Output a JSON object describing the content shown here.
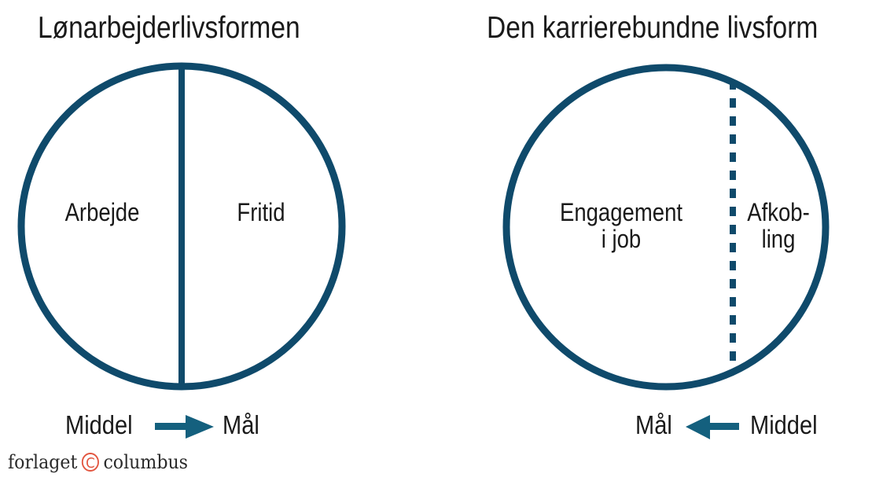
{
  "colors": {
    "circle_stroke": "#0f4a6b",
    "arrow": "#14607e",
    "text": "#1a1a1a",
    "logo_mark": "#e2553f"
  },
  "left_diagram": {
    "title": "Lønarbejderlivsformen",
    "divider_style": "solid",
    "segments": [
      {
        "label": "Arbejde"
      },
      {
        "label": "Fritid"
      }
    ],
    "flow": {
      "from": "Middel",
      "to": "Mål",
      "direction": "right",
      "from_label": "Middel",
      "to_label": "Mål"
    }
  },
  "right_diagram": {
    "title": "Den karrierebundne livsform",
    "divider_style": "dashed",
    "segments": [
      {
        "label_line1": "Engagement",
        "label_line2": "i job"
      },
      {
        "label_line1": "Afkob-",
        "label_line2": "ling"
      }
    ],
    "flow": {
      "from": "Middel",
      "to": "Mål",
      "direction": "left",
      "left_label": "Mål",
      "right_label": "Middel"
    }
  },
  "footer": {
    "publisher_prefix": "forlaget",
    "publisher_mark": "C",
    "publisher_suffix": "columbus"
  }
}
